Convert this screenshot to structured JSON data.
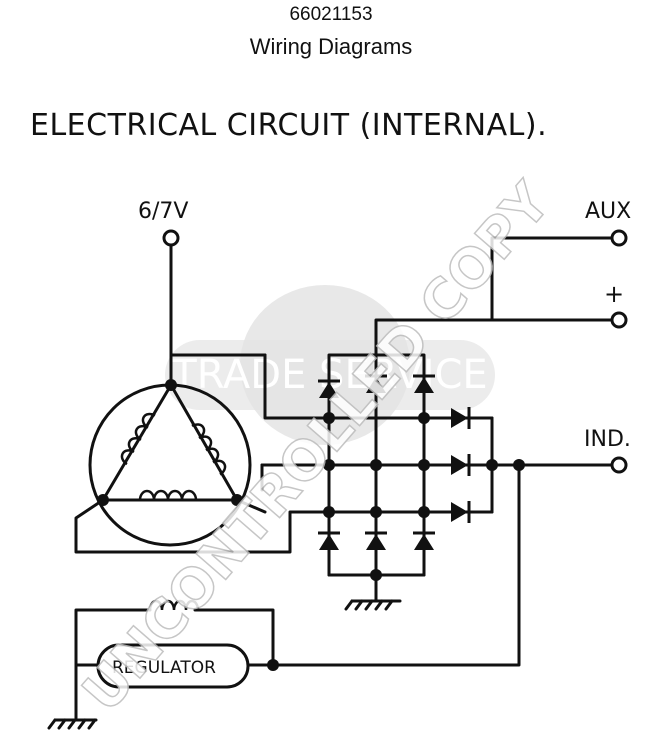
{
  "header": {
    "part_number": "66021153",
    "subtitle": "Wiring Diagrams"
  },
  "diagram": {
    "title": "ELECTRICAL CIRCUIT (INTERNAL).",
    "terminals": {
      "v67": "6/7V",
      "aux": "AUX",
      "plus": "+",
      "ind": "IND."
    },
    "regulator_label": "REGULATOR"
  },
  "watermarks": {
    "trade_service": "TRADE SERVICE",
    "uncontrolled": "UNCONTROLLED COPY"
  },
  "colors": {
    "ink": "#111111",
    "watermark": "#d6d6d6"
  }
}
